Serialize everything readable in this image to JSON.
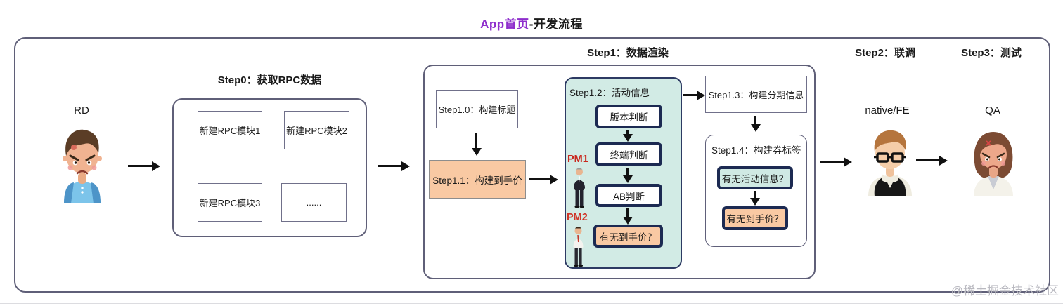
{
  "title": {
    "highlight": "App首页",
    "rest": "-开发流程"
  },
  "watermark": "@稀土掘金技术社区",
  "step0": {
    "header": "Step0：获取RPC数据",
    "actor_label": "RD",
    "modules": [
      "新建RPC模块1",
      "新建RPC模块2",
      "新建RPC模块3",
      "......"
    ]
  },
  "step1": {
    "header": "Step1：数据渲染",
    "build_title_box": "Step1.0：构建标题",
    "build_price_box": "Step1.1：构建到手价",
    "activity": {
      "title": "Step1.2：活动信息",
      "pm1_label": "PM1",
      "pm2_label": "PM2",
      "nodes": [
        "版本判断",
        "终端判断",
        "AB判断",
        "有无到手价？"
      ]
    },
    "installment_box": "Step1.3：构建分期信息",
    "coupon": {
      "title": "Step1.4：构建券标签",
      "nodes": [
        "有无活动信息？",
        "有无到手价？"
      ]
    }
  },
  "step2": {
    "header": "Step2：联调",
    "actor_label": "native/FE"
  },
  "step3": {
    "header": "Step3：测试",
    "actor_label": "QA"
  },
  "colors": {
    "accent_purple": "#8e2ecc",
    "peach": "#f9c9a3",
    "mint": "#d2ebe5",
    "navy_border": "#1c2a52",
    "pm_red": "#c9281e"
  }
}
